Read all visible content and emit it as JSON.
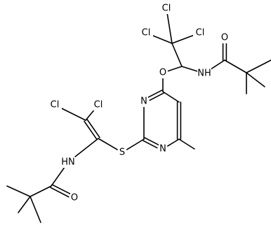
{
  "structure": {
    "atoms": [
      {
        "id": "a_cl1",
        "label": "Cl"
      },
      {
        "id": "a_cl2",
        "label": "Cl"
      },
      {
        "id": "a_cl3",
        "label": "Cl"
      },
      {
        "id": "a_ccl3",
        "label": ""
      },
      {
        "id": "a_ch",
        "label": ""
      },
      {
        "id": "a_o_ether",
        "label": "O"
      },
      {
        "id": "a_nh_right",
        "label": "NH"
      },
      {
        "id": "a_co_right",
        "label": ""
      },
      {
        "id": "a_o_right",
        "label": "O"
      },
      {
        "id": "a_cq_right",
        "label": ""
      },
      {
        "id": "a_me_r1",
        "label": ""
      },
      {
        "id": "a_me_r2",
        "label": ""
      },
      {
        "id": "a_me_r3",
        "label": ""
      },
      {
        "id": "a_p_c4",
        "label": ""
      },
      {
        "id": "a_p_n3",
        "label": "N"
      },
      {
        "id": "a_p_c2",
        "label": ""
      },
      {
        "id": "a_p_n1",
        "label": "N"
      },
      {
        "id": "a_p_c6",
        "label": ""
      },
      {
        "id": "a_p_c5",
        "label": ""
      },
      {
        "id": "a_me_pyr",
        "label": ""
      },
      {
        "id": "a_s",
        "label": "S"
      },
      {
        "id": "a_vc_s",
        "label": ""
      },
      {
        "id": "a_vc_cl",
        "label": ""
      },
      {
        "id": "a_cl4",
        "label": "Cl"
      },
      {
        "id": "a_cl5",
        "label": "Cl"
      },
      {
        "id": "a_nh_left",
        "label": "HN"
      },
      {
        "id": "a_co_left",
        "label": ""
      },
      {
        "id": "a_o_left",
        "label": "O"
      },
      {
        "id": "a_cq_left",
        "label": ""
      },
      {
        "id": "a_me_l1",
        "label": ""
      },
      {
        "id": "a_me_l2",
        "label": ""
      },
      {
        "id": "a_me_l3",
        "label": ""
      }
    ],
    "bonds": [
      {
        "a": "a_cl1",
        "b": "a_ccl3",
        "order": 1
      },
      {
        "a": "a_cl2",
        "b": "a_ccl3",
        "order": 1
      },
      {
        "a": "a_cl3",
        "b": "a_ccl3",
        "order": 1
      },
      {
        "a": "a_ccl3",
        "b": "a_ch",
        "order": 1
      },
      {
        "a": "a_ch",
        "b": "a_o_ether",
        "order": 1
      },
      {
        "a": "a_ch",
        "b": "a_nh_right",
        "order": 1
      },
      {
        "a": "a_nh_right",
        "b": "a_co_right",
        "order": 1
      },
      {
        "a": "a_co_right",
        "b": "a_o_right",
        "order": 2
      },
      {
        "a": "a_co_right",
        "b": "a_cq_right",
        "order": 1
      },
      {
        "a": "a_cq_right",
        "b": "a_me_r1",
        "order": 1
      },
      {
        "a": "a_cq_right",
        "b": "a_me_r2",
        "order": 1
      },
      {
        "a": "a_cq_right",
        "b": "a_me_r3",
        "order": 1
      },
      {
        "a": "a_o_ether",
        "b": "a_p_c4",
        "order": 1
      },
      {
        "a": "a_p_c4",
        "b": "a_p_n3",
        "order": 2
      },
      {
        "a": "a_p_n3",
        "b": "a_p_c2",
        "order": 1
      },
      {
        "a": "a_p_c2",
        "b": "a_p_n1",
        "order": 2
      },
      {
        "a": "a_p_n1",
        "b": "a_p_c6",
        "order": 1
      },
      {
        "a": "a_p_c6",
        "b": "a_p_c5",
        "order": 2
      },
      {
        "a": "a_p_c5",
        "b": "a_p_c4",
        "order": 1
      },
      {
        "a": "a_p_c6",
        "b": "a_me_pyr",
        "order": 1
      },
      {
        "a": "a_p_c2",
        "b": "a_s",
        "order": 1
      },
      {
        "a": "a_s",
        "b": "a_vc_s",
        "order": 1
      },
      {
        "a": "a_vc_s",
        "b": "a_vc_cl",
        "order": 2
      },
      {
        "a": "a_vc_cl",
        "b": "a_cl4",
        "order": 1
      },
      {
        "a": "a_vc_cl",
        "b": "a_cl5",
        "order": 1
      },
      {
        "a": "a_vc_s",
        "b": "a_nh_left",
        "order": 1
      },
      {
        "a": "a_nh_left",
        "b": "a_co_left",
        "order": 1
      },
      {
        "a": "a_co_left",
        "b": "a_o_left",
        "order": 2
      },
      {
        "a": "a_co_left",
        "b": "a_cq_left",
        "order": 1
      },
      {
        "a": "a_cq_left",
        "b": "a_me_l1",
        "order": 1
      },
      {
        "a": "a_cq_left",
        "b": "a_me_l2",
        "order": 1
      },
      {
        "a": "a_cq_left",
        "b": "a_me_l3",
        "order": 1
      }
    ]
  }
}
